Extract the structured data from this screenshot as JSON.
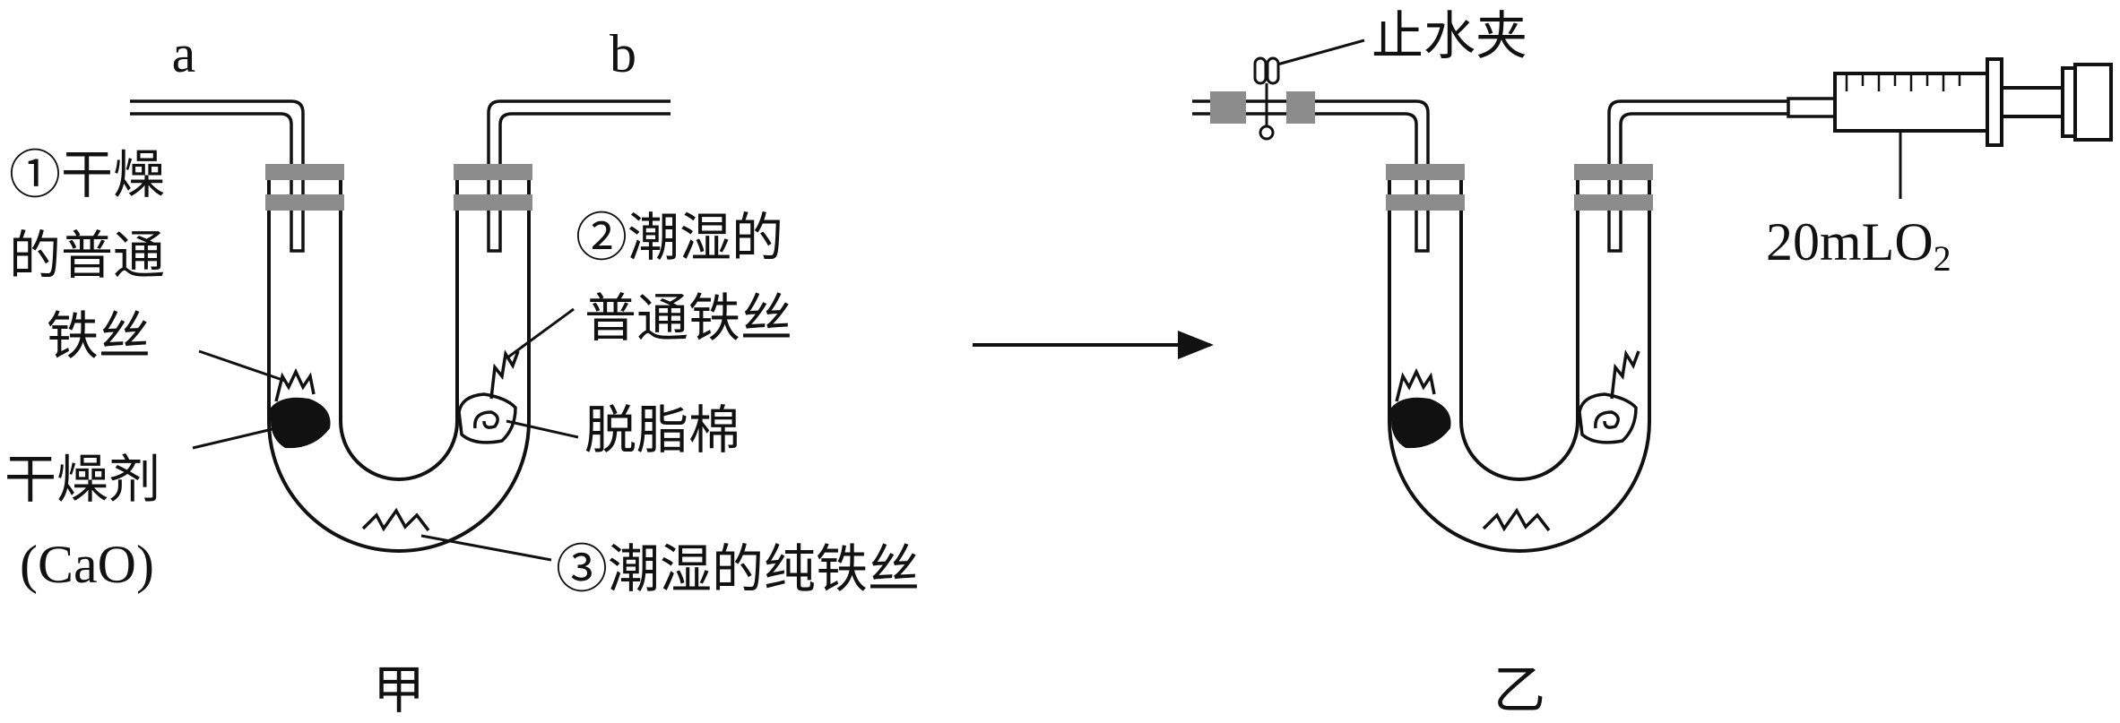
{
  "diagram": {
    "left_figure": {
      "caption": "甲",
      "port_a": "a",
      "port_b": "b",
      "label_1_line1": "①干燥",
      "label_1_line2": "的普通",
      "label_1_line3": "铁丝",
      "label_2_line1": "②潮湿的",
      "label_2_line2": "普通铁丝",
      "label_cotton": "脱脂棉",
      "label_desiccant_line1": "干燥剂",
      "label_desiccant_line2": "(CaO)",
      "label_3": "③潮湿的纯铁丝"
    },
    "right_figure": {
      "caption": "乙",
      "label_clamp": "止水夹",
      "label_syringe_main": "20mLO",
      "label_syringe_sub": "2"
    },
    "colors": {
      "line": "#111111",
      "plug": "#8c8c8c",
      "background": "#ffffff"
    }
  }
}
